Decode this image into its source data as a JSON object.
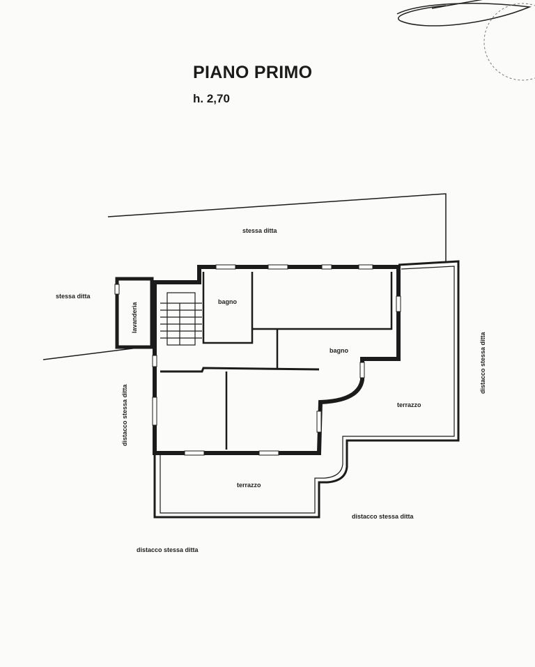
{
  "header": {
    "title": "PIANO PRIMO",
    "height": "h. 2,70"
  },
  "labels": {
    "stessa_ditta_top": "stessa ditta",
    "stessa_ditta_left": "stessa ditta",
    "lavanderia": "lavanderia",
    "bagno_1": "bagno",
    "bagno_2": "bagno",
    "terrazzo_right": "terrazzo",
    "terrazzo_bottom": "terrazzo",
    "distacco_right": "distacco stessa ditta",
    "distacco_left": "distacco stessa ditta",
    "distacco_bottom_right": "distacco stessa ditta",
    "distacco_bottom": "distacco stessa ditta"
  },
  "colors": {
    "ink": "#1b1b1b",
    "paper": "#fbfbf9"
  }
}
